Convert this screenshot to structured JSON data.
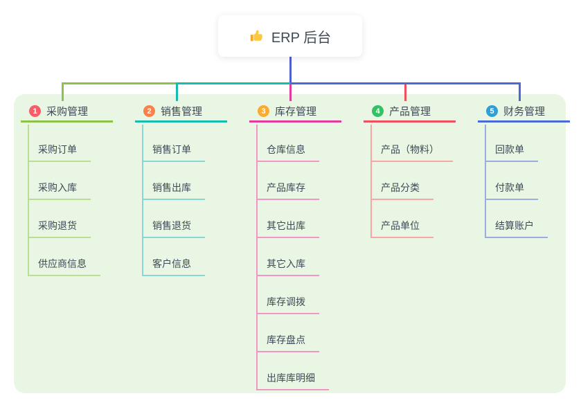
{
  "root": {
    "title": "ERP 后台",
    "icon": "thumbs-up-icon",
    "connector_color": "#4f5ed2"
  },
  "canvas": {
    "page_bg": "#ffffff",
    "panel_bg": "#eaf6e4",
    "text_color": "#3d4a56"
  },
  "branches": [
    {
      "badge": "1",
      "label": "采购管理",
      "badge_color": "#f85d68",
      "line_color": "#8bc34a",
      "child_line_color": "#b9dd92",
      "children": [
        "采购订单",
        "采购入库",
        "采购退货",
        "供应商信息"
      ]
    },
    {
      "badge": "2",
      "label": "销售管理",
      "badge_color": "#f8824e",
      "line_color": "#17bcb1",
      "child_line_color": "#86d7cf",
      "children": [
        "销售订单",
        "销售出库",
        "销售退货",
        "客户信息"
      ]
    },
    {
      "badge": "3",
      "label": "库存管理",
      "badge_color": "#fbab2e",
      "line_color": "#e13c9c",
      "child_line_color": "#f295c6",
      "children": [
        "仓库信息",
        "产品库存",
        "其它出库",
        "其它入库",
        "库存调拨",
        "库存盘点",
        "出库库明细"
      ]
    },
    {
      "badge": "4",
      "label": "产品管理",
      "badge_color": "#32c264",
      "line_color": "#f0505e",
      "child_line_color": "#f7a5a5",
      "children": [
        "产品（物料）",
        "产品分类",
        "产品单位"
      ]
    },
    {
      "badge": "5",
      "label": "财务管理",
      "badge_color": "#2f9fd8",
      "line_color": "#4a68d6",
      "child_line_color": "#99aede",
      "children": [
        "回款单",
        "付款单",
        "结算账户"
      ]
    }
  ]
}
